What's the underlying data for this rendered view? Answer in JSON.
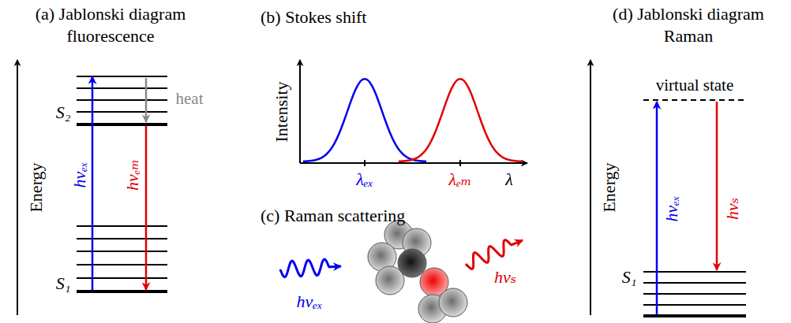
{
  "diagram": {
    "labels": [
      "(a) Jablonski diagram fluorescence",
      "Energy",
      "S₂",
      "heat",
      "hνₑₓ",
      "hνₑₘ",
      "S₁",
      "(b) Stokes shift",
      "Intensity",
      "λₑₓ",
      "λₑₘ",
      "λ",
      "(c) Raman scattering",
      "hνₑₓ",
      "hνₛ",
      "(d) Jablonski diagram Raman",
      "Energy",
      "virtual state",
      "hνₑₓ",
      "hνₛ",
      "S₁"
    ]
  }
}
